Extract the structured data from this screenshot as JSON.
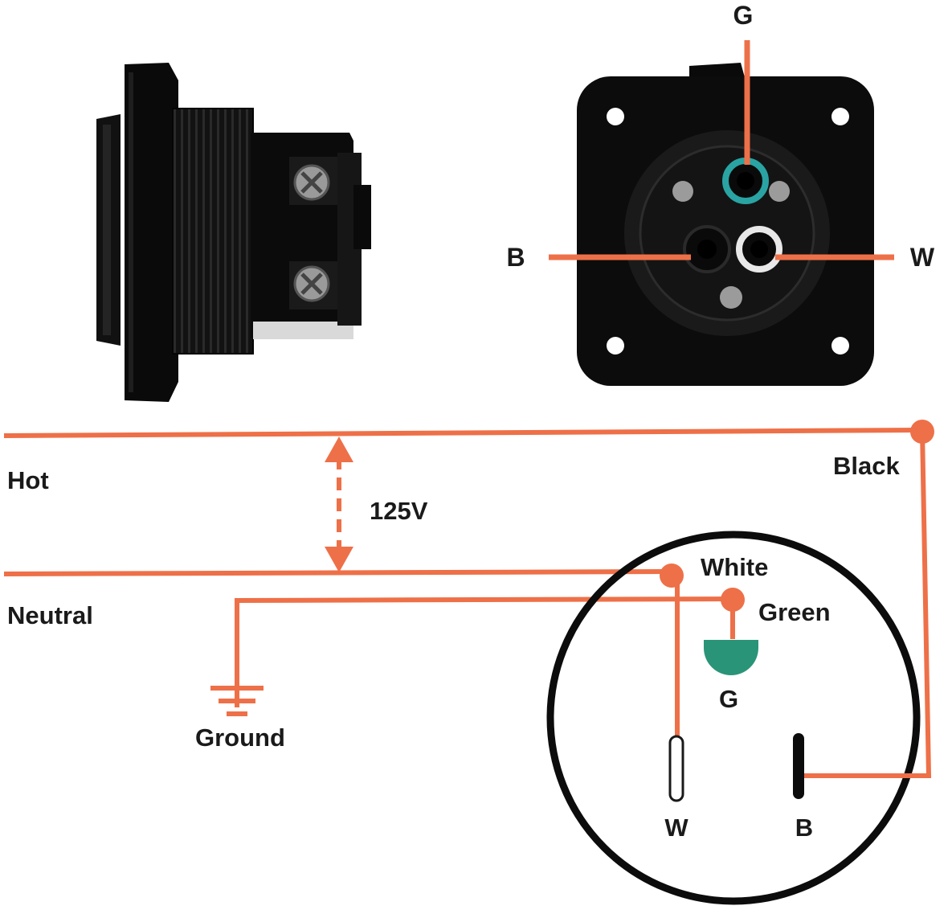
{
  "colors": {
    "wire": "#ee7048",
    "ground_pin": "#2a9478",
    "ring": "#2aa3a3",
    "body": "#0c0c0c",
    "ink": "#1a1a1a"
  },
  "top_labels": {
    "g": "G",
    "b": "B",
    "w": "W"
  },
  "lines": {
    "hot": "Hot",
    "neutral": "Neutral",
    "voltage": "125V",
    "ground": "Ground"
  },
  "wires": {
    "black": "Black",
    "white": "White",
    "green": "Green"
  },
  "plug_pins": {
    "g": "G",
    "w": "W",
    "b": "B"
  },
  "icons": [
    "side-view-receptacle-icon",
    "front-view-receptacle-icon",
    "ground-symbol-icon",
    "double-arrow-icon"
  ]
}
